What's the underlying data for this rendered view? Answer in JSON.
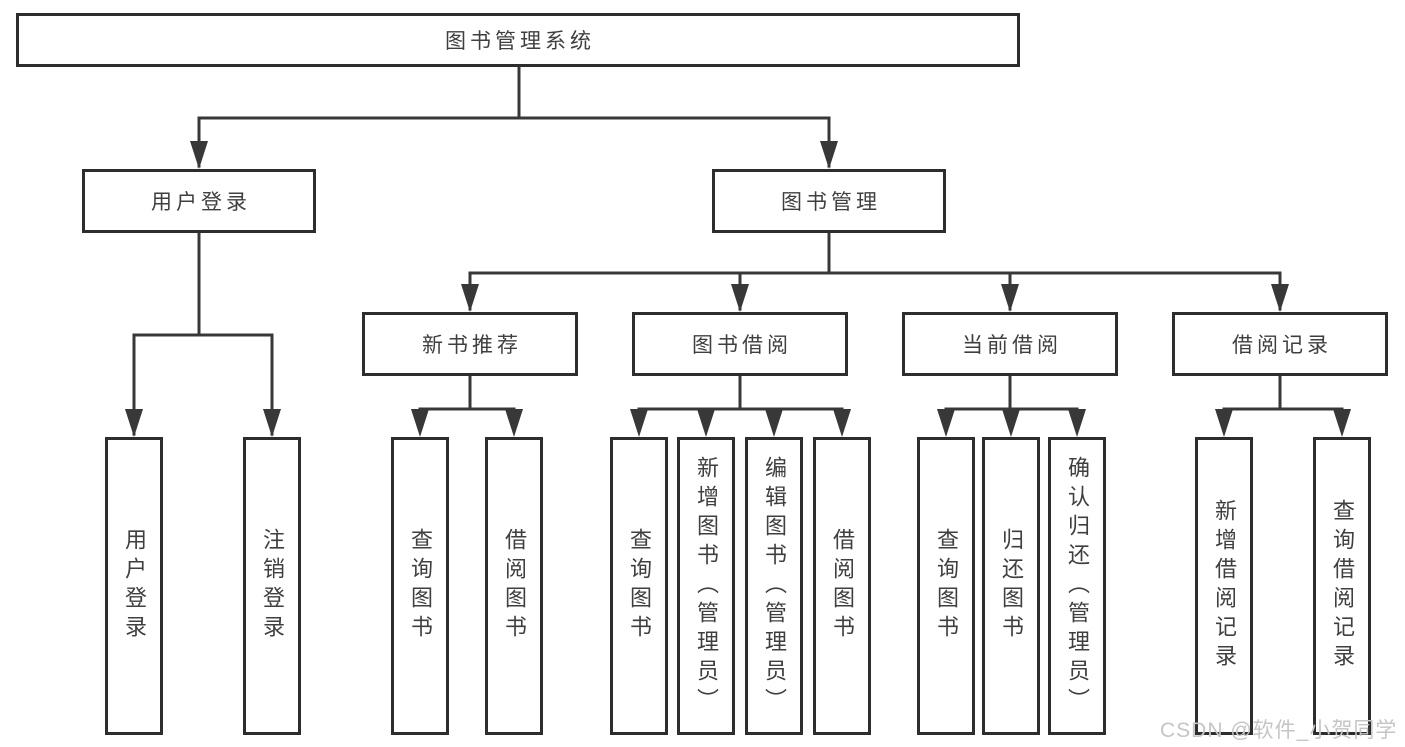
{
  "diagram": {
    "type": "hierarchy-tree",
    "orientation": "top-down",
    "colors": {
      "background": "#ffffff",
      "line": "#383838",
      "box_border": "#2d2d2d",
      "box_fill": "#ffffff",
      "text": "#3f3f3f",
      "watermark_text": "#c5c5c5"
    }
  },
  "tree": {
    "label": "图书管理系统",
    "children": [
      {
        "label": "用户登录",
        "children": [
          {
            "label": "用户登录"
          },
          {
            "label": "注销登录"
          }
        ]
      },
      {
        "label": "图书管理",
        "children": [
          {
            "label": "新书推荐",
            "children": [
              {
                "label": "查询图书"
              },
              {
                "label": "借阅图书"
              }
            ]
          },
          {
            "label": "图书借阅",
            "children": [
              {
                "label": "查询图书"
              },
              {
                "label": "新增图书（管理员）"
              },
              {
                "label": "编辑图书（管理员）"
              },
              {
                "label": "借阅图书"
              }
            ]
          },
          {
            "label": "当前借阅",
            "children": [
              {
                "label": "查询图书"
              },
              {
                "label": "归还图书"
              },
              {
                "label": "确认归还（管理员）"
              }
            ]
          },
          {
            "label": "借阅记录",
            "children": [
              {
                "label": "新增借阅记录"
              },
              {
                "label": "查询借阅记录"
              }
            ]
          }
        ]
      }
    ]
  },
  "watermark": {
    "text": "CSDN @软件_小贺同学"
  }
}
